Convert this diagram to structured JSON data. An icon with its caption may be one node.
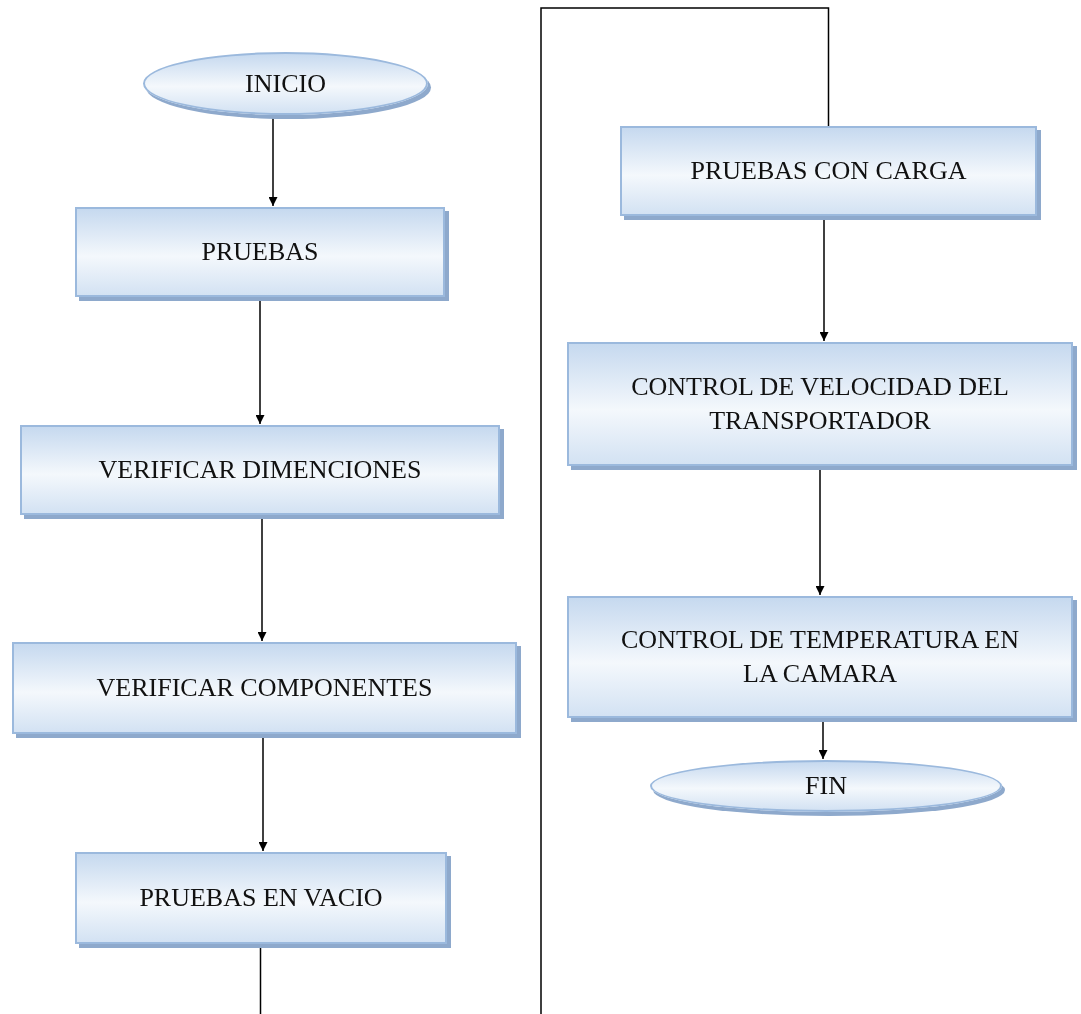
{
  "diagram": {
    "nodes": [
      {
        "text": [
          "INICIO"
        ]
      },
      {
        "text": [
          "PRUEBAS"
        ]
      },
      {
        "text": [
          "VERIFICAR DIMENCIONES"
        ]
      },
      {
        "text": [
          "VERIFICAR COMPONENTES"
        ]
      },
      {
        "text": [
          "PRUEBAS EN VACIO"
        ]
      },
      {
        "text": [
          "PRUEBAS CON CARGA"
        ]
      },
      {
        "text": [
          "CONTROL DE VELOCIDAD DEL TRANSPORTADOR"
        ]
      },
      {
        "text": [
          "CONTROL DE TEMPERATURA EN LA CAMARA"
        ]
      },
      {
        "text": [
          "FIN"
        ]
      }
    ],
    "edges": [
      {
        "from": 0,
        "to": 1,
        "arrow": "to"
      },
      {
        "from": 1,
        "to": 2,
        "arrow": "to"
      },
      {
        "from": 2,
        "to": 3,
        "arrow": "to"
      },
      {
        "from": 3,
        "to": 4,
        "arrow": "to"
      },
      {
        "from": 4,
        "to": null,
        "arrow": "none"
      },
      {
        "from": null,
        "to": 5,
        "arrow": "none"
      },
      {
        "from": 5,
        "to": 6,
        "arrow": "to"
      },
      {
        "from": 6,
        "to": 7,
        "arrow": "to"
      },
      {
        "from": 7,
        "to": 8,
        "arrow": "to"
      }
    ]
  }
}
